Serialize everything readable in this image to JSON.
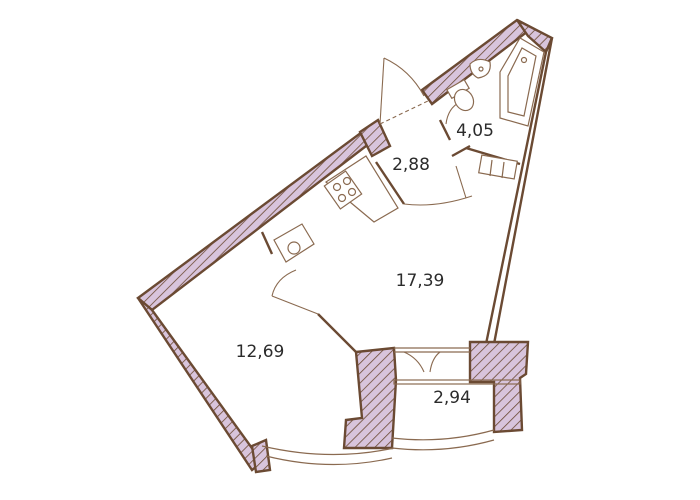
{
  "rooms": {
    "living": {
      "area": "17,39"
    },
    "bedroom": {
      "area": "12,69"
    },
    "hallway": {
      "area": "2,88"
    },
    "bathroom": {
      "area": "4,05"
    },
    "balcony": {
      "area": "2,94"
    }
  },
  "colors": {
    "wall_outline": "#6b4a33",
    "wall_hatch": "#d8c4dc",
    "fixtures": "#8a6a50",
    "label_text": "#2b2b2b",
    "background": "#ffffff"
  },
  "icons": {
    "stove": "stove-icon",
    "sink": "sink-icon",
    "bathtub": "bathtub-icon",
    "toilet": "toilet-icon",
    "washbasin": "washbasin-icon"
  }
}
